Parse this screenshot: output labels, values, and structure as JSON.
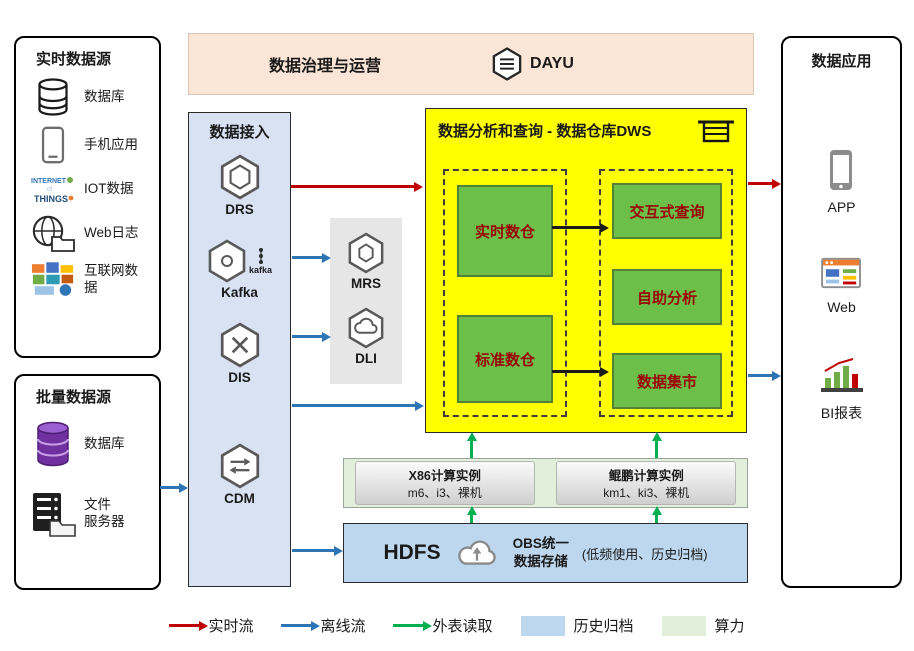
{
  "colors": {
    "realtime_flow": "#c00000",
    "offline_flow": "#2e75b6",
    "external_read": "#00b050",
    "archive_blue": "#bdd7ee",
    "compute_green": "#e2efda",
    "dws_yellow": "#ffff00",
    "warehouse_green": "#6cc04a",
    "banner_peach": "#fbe5d6",
    "ingestion_blue": "#d9e2f3",
    "processing_gray": "#e7e6e6"
  },
  "governance": {
    "title": "数据治理与运营",
    "logo_text": "DAYU"
  },
  "realtime_sources": {
    "title": "实时数据源",
    "items": [
      {
        "label": "数据库"
      },
      {
        "label": "手机应用"
      },
      {
        "label": "IOT数据"
      },
      {
        "label": "Web日志"
      },
      {
        "label": "互联网数据"
      }
    ],
    "iot_words": [
      "INTERNET",
      "of",
      "THINGS"
    ]
  },
  "batch_sources": {
    "title": "批量数据源",
    "items": [
      {
        "label": "数据库"
      },
      {
        "label_line1": "文件",
        "label_line2": "服务器"
      }
    ]
  },
  "ingestion": {
    "title": "数据接入",
    "kafka_logo_text": "kafka",
    "items": [
      {
        "label": "DRS"
      },
      {
        "label": "Kafka"
      },
      {
        "label": "DIS"
      },
      {
        "label": "CDM"
      }
    ]
  },
  "processing": {
    "items": [
      {
        "label": "MRS"
      },
      {
        "label": "DLI"
      }
    ]
  },
  "dws": {
    "title": "数据分析和查询 - 数据仓库DWS",
    "warehouse_boxes": [
      {
        "label": "实时数仓"
      },
      {
        "label": "标准数仓"
      }
    ],
    "analysis_boxes": [
      {
        "label": "交互式查询"
      },
      {
        "label": "自助分析"
      },
      {
        "label": "数据集市"
      }
    ]
  },
  "compute": {
    "items": [
      {
        "title": "X86计算实例",
        "subtitle": "m6、i3、裸机"
      },
      {
        "title": "鲲鹏计算实例",
        "subtitle": "km1、ki3、裸机"
      }
    ]
  },
  "storage": {
    "hdfs": "HDFS",
    "obs_line1": "OBS统一",
    "obs_line2": "数据存储",
    "note": "(低频使用、历史归档)"
  },
  "applications": {
    "title": "数据应用",
    "items": [
      {
        "label": "APP"
      },
      {
        "label": "Web"
      },
      {
        "label": "BI报表"
      }
    ]
  },
  "legend": {
    "items": [
      {
        "label": "实时流"
      },
      {
        "label": "离线流"
      },
      {
        "label": "外表读取"
      },
      {
        "label": "历史归档"
      },
      {
        "label": "算力"
      }
    ]
  }
}
